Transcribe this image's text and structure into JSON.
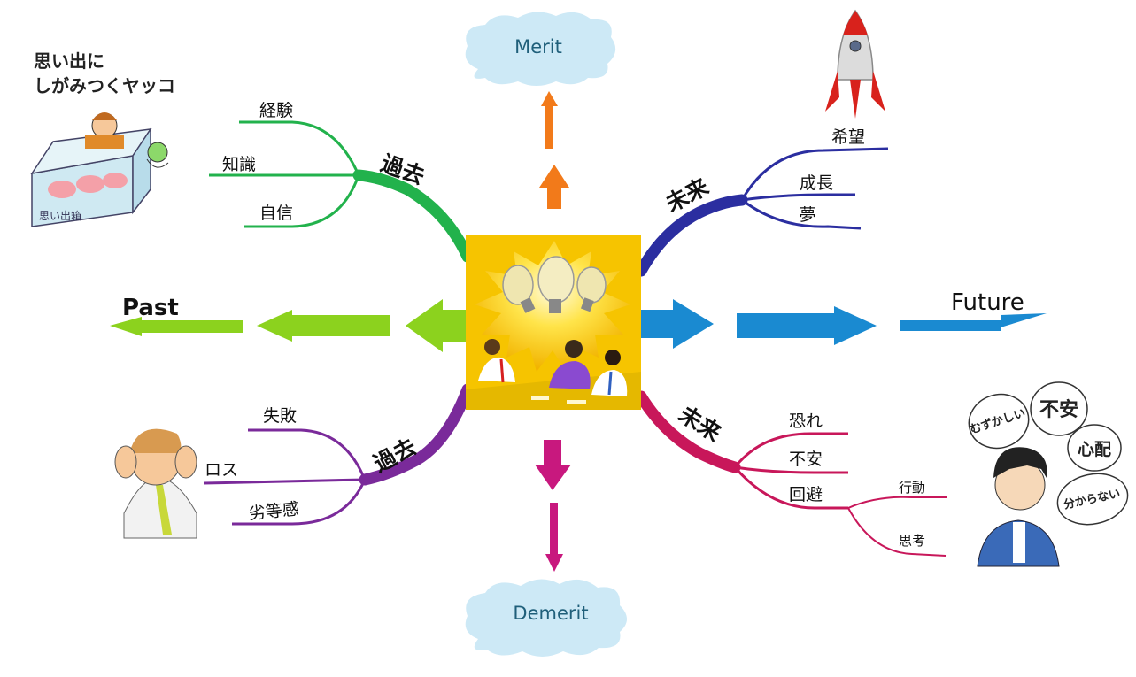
{
  "center": {
    "image": "brainstorm-meeting-lightbulbs"
  },
  "clouds": {
    "top": "Merit",
    "bottom": "Demerit"
  },
  "timeline": {
    "past": "Past",
    "future": "Future"
  },
  "branches": {
    "past_positive": {
      "label": "過去",
      "color": "#22b24c",
      "children": [
        "経験",
        "知識",
        "自信"
      ]
    },
    "future_positive": {
      "label": "未来",
      "color": "#2b2ea0",
      "children": [
        "希望",
        "成長",
        "夢"
      ]
    },
    "past_negative": {
      "label": "過去",
      "color": "#7a2a9a",
      "children": [
        "失敗",
        "ロス",
        "劣等感"
      ]
    },
    "future_negative": {
      "label": "未来",
      "color": "#c8175a",
      "children": [
        "恐れ",
        "不安",
        "回避"
      ],
      "sub_children": [
        "行動",
        "思考"
      ]
    }
  },
  "illustrations": {
    "memory_box": {
      "caption_line1": "思い出に",
      "caption_line2": "しがみつくヤッコ",
      "box_label": "思い出箱"
    },
    "rocket": "rocket-icon",
    "stressed_man": "stressed-man-icon",
    "worried_man": {
      "words": [
        "むずかしい",
        "不安",
        "心配",
        "分からない"
      ]
    }
  },
  "colors": {
    "merit_arrow": "#f27a1a",
    "demerit_arrow": "#c8187e",
    "past_arrow": "#8cd21e",
    "future_arrow": "#1a8ad1",
    "cloud": "#cde9f6"
  }
}
